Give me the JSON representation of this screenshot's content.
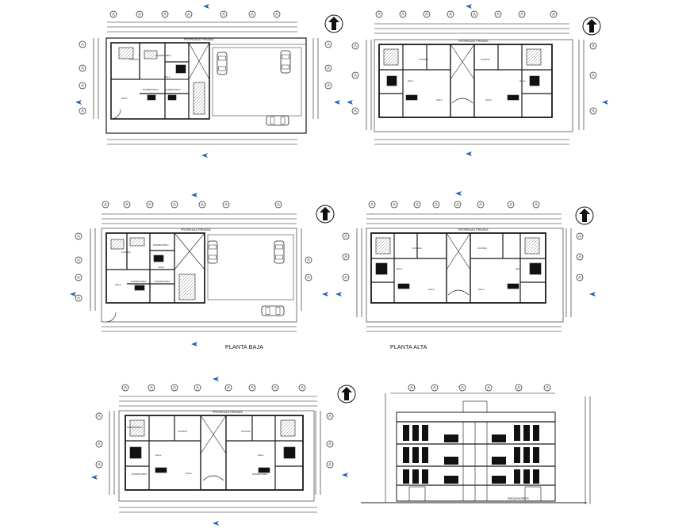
{
  "captions": {
    "ground_floor": "PLANTA BAJA",
    "upper_floor": "PLANTA ALTA"
  },
  "labels": {
    "property": "PROPIEDAD PRIVADA",
    "bedroom": "DORMITORIO",
    "kitchen": "COCINA",
    "hall": "HALL",
    "living": "SALA",
    "parking": "PARQUEADEROS"
  },
  "axis_marker": "A",
  "colors": {
    "line": "#1a1a1a",
    "marker": "#1f5fbf",
    "fill_dark": "#111111"
  },
  "icons": [
    "north-arrow-icon",
    "axis-marker-icon",
    "section-arrow-icon",
    "car-icon"
  ]
}
